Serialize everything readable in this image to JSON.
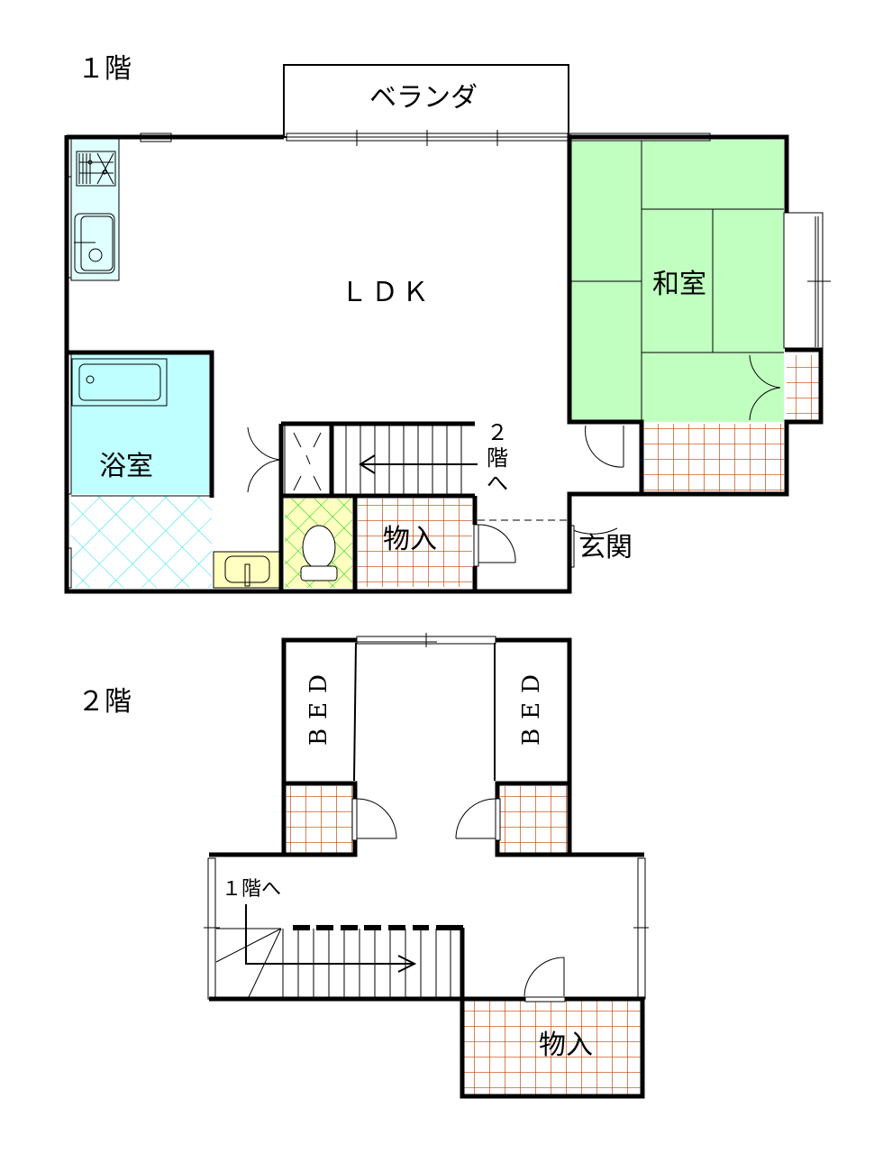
{
  "floors": [
    {
      "title": "１階",
      "rooms": {
        "veranda": "ベランダ",
        "ldk": "ＬＤＫ",
        "washitsu": "和室",
        "bath": "浴室",
        "storage": "物入",
        "entrance": "玄関",
        "stairs_up": "２階へ",
        "stairs_up_lines": [
          "２",
          "階",
          "へ"
        ]
      }
    },
    {
      "title": "２階",
      "rooms": {
        "bed_left": "BED",
        "bed_right": "BED",
        "storage": "物入",
        "stairs_down": "１階へ"
      }
    }
  ],
  "colors": {
    "wall": "#000000",
    "kitchen": "#e0ffff",
    "bath": "#c0ffff",
    "washroom_tile": "#00e0f0",
    "tatami": "#c0ffc0",
    "toilet_floor": "#ffffc0",
    "toilet_tile": "#00d000",
    "closet_grid": "#c04000",
    "sink_area": "#ffffc0"
  }
}
